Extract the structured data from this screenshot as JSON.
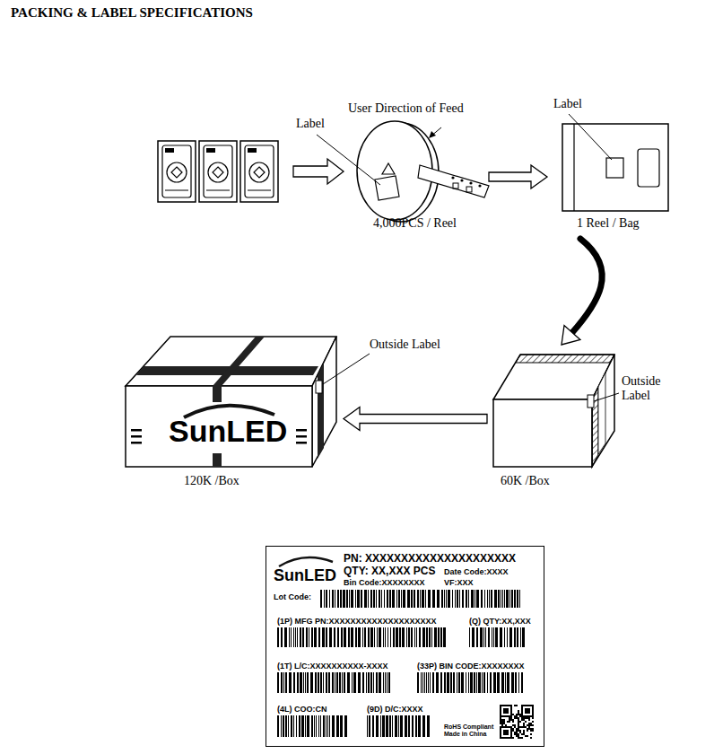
{
  "diagram": {
    "title": "PACKING & LABEL SPECIFICATIONS",
    "nodes": [
      {
        "text": [
          "4,000PCS / Reel"
        ]
      },
      {
        "text": [
          "1 Reel / Bag"
        ]
      },
      {
        "text": [
          "60K /Box"
        ]
      },
      {
        "text": [
          "SunLED",
          "120K /Box"
        ]
      },
      {
        "text": [
          "SunLED",
          "PN: XXXXXXXXXXXXXXXXXXXXX",
          "QTY: XX,XXX PCS",
          "Date Code:XXXX",
          "Bin Code:XXXXXXXX",
          "VF:XXX",
          "Lot Code:",
          "(1P) MFG PN:XXXXXXXXXXXXXXXXXXXX",
          "(Q) QTY:XX,XXX",
          "(1T) L/C:XXXXXXXXXX-XXXX",
          "(33P) BIN CODE:XXXXXXXX",
          "(4L) COO:CN",
          "(9D) D/C:XXXX",
          "RoHS Compliant",
          "Made in China"
        ]
      }
    ],
    "edges": [
      {
        "from": 0,
        "to": 1,
        "arrow": "to"
      },
      {
        "from": 1,
        "to": 2,
        "arrow": "to"
      },
      {
        "from": 2,
        "to": 3,
        "arrow": "to"
      }
    ],
    "labels": [
      "User Direction of Feed",
      "Label",
      "Label",
      "Outside Label",
      "Outside Label"
    ]
  }
}
